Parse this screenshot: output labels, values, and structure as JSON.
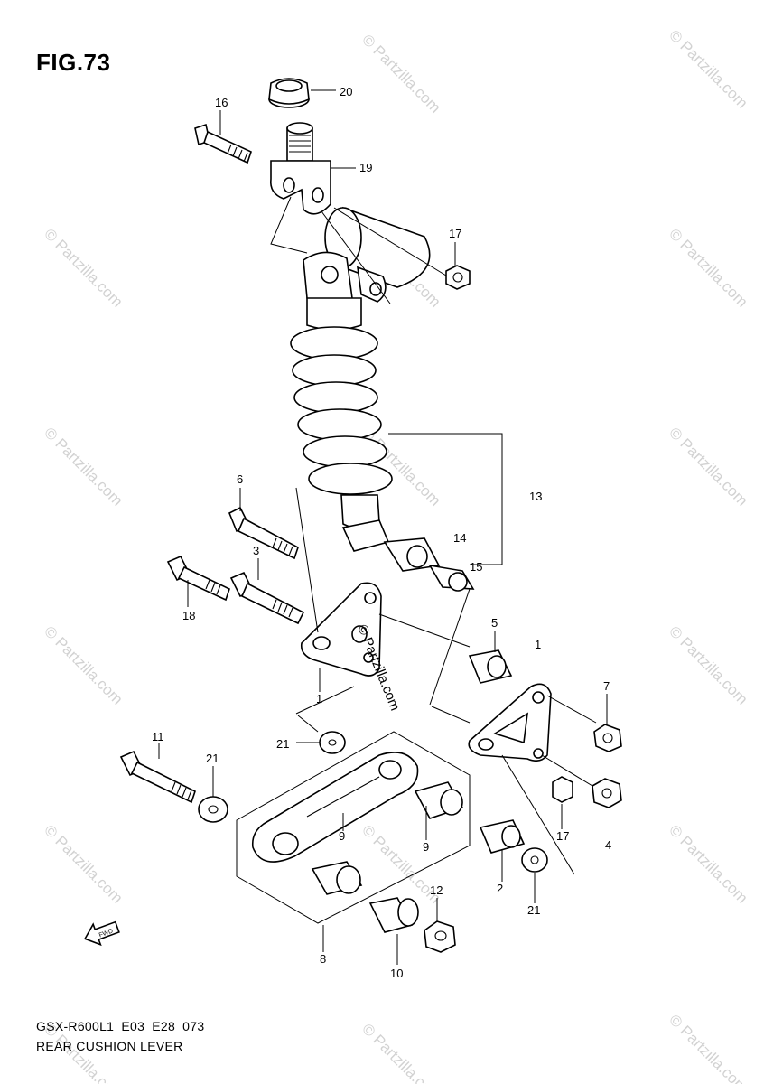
{
  "figure": {
    "title": "FIG.73",
    "model_code": "GSX-R600L1_E03_E28_073",
    "section_name": "REAR CUSHION LEVER"
  },
  "watermark": {
    "text": "© Partzilla.com",
    "center_text": "© Partzilla.com"
  },
  "callouts": {
    "p1a": "1",
    "p1b": "1",
    "p2": "2",
    "p3": "3",
    "p4": "4",
    "p5": "5",
    "p6": "6",
    "p7": "7",
    "p8": "8",
    "p9a": "9",
    "p9b": "9",
    "p10": "10",
    "p11": "11",
    "p12": "12",
    "p13": "13",
    "p14": "14",
    "p15": "15",
    "p16": "16",
    "p17a": "17",
    "p17b": "17",
    "p18": "18",
    "p19": "19",
    "p20": "20",
    "p21a": "21",
    "p21b": "21",
    "p21c": "21"
  },
  "icons": {
    "front_arrow": "fwd-arrow-icon"
  },
  "front_arrow_label": "FWD"
}
